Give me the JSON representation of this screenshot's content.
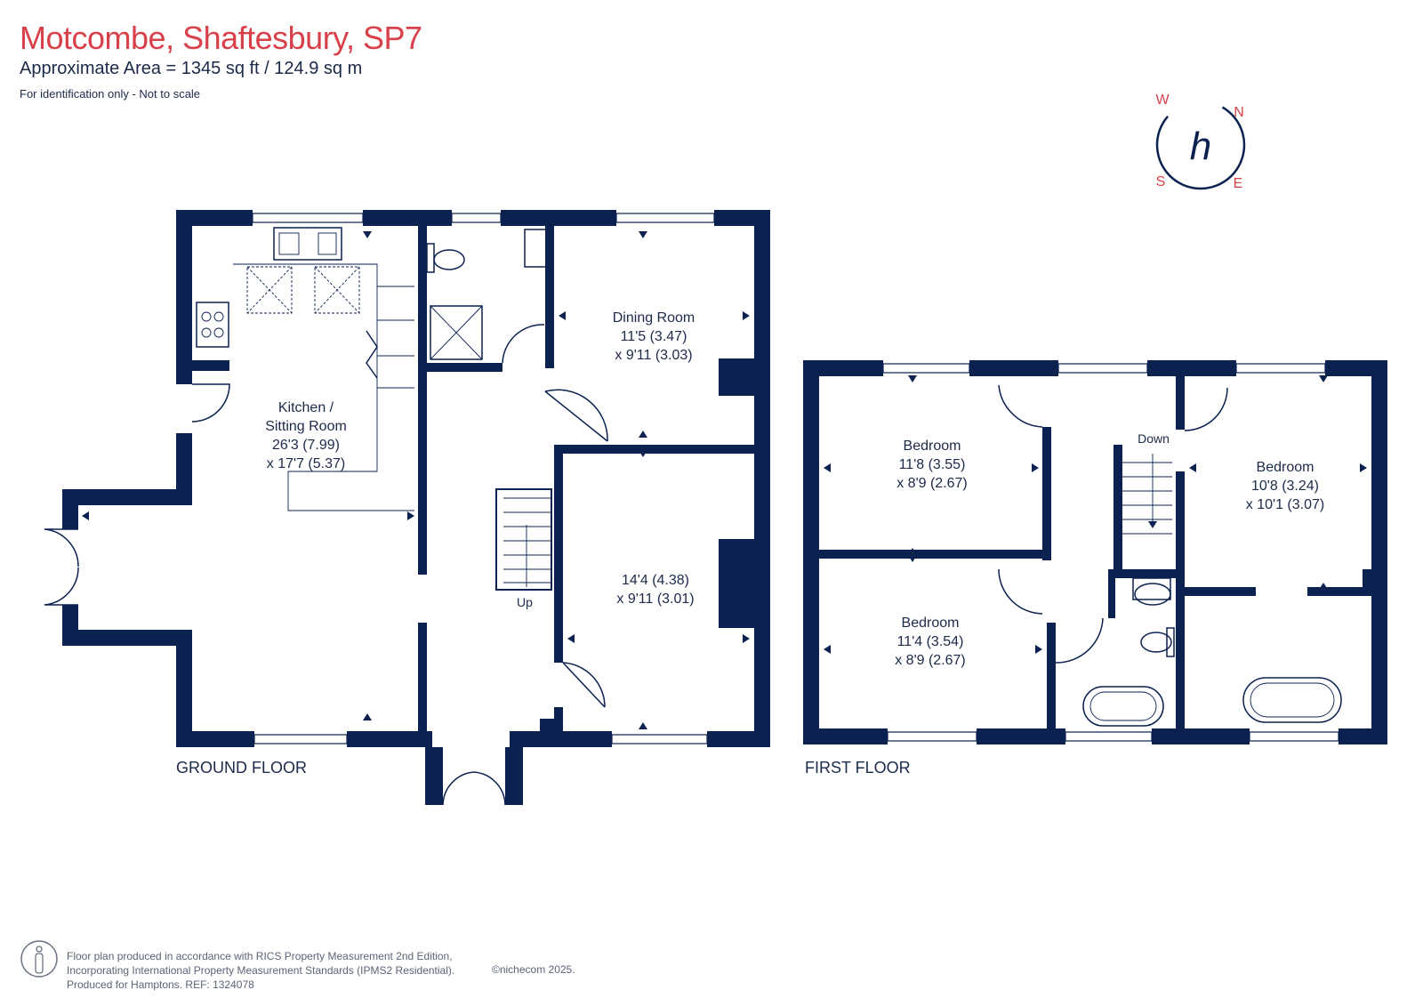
{
  "header": {
    "title": "Motcombe, Shaftesbury, SP7",
    "area": "Approximate Area = 1345 sq ft / 124.9 sq m",
    "note": "For identification only - Not to scale"
  },
  "compass": {
    "n": "N",
    "e": "E",
    "s": "S",
    "w": "W",
    "logo_letter": "h"
  },
  "ground_floor": {
    "label": "GROUND FLOOR",
    "kitchen": {
      "name1": "Kitchen /",
      "name2": "Sitting Room",
      "dim1": "26'3 (7.99)",
      "dim2": "x 17'7 (5.37)"
    },
    "dining": {
      "name": "Dining Room",
      "dim1": "11'5 (3.47)",
      "dim2": "x 9'11 (3.03)"
    },
    "front_room": {
      "dim1": "14'4 (4.38)",
      "dim2": "x 9'11 (3.01)"
    },
    "stairs": "Up"
  },
  "first_floor": {
    "label": "FIRST FLOOR",
    "bed1": {
      "name": "Bedroom",
      "dim1": "11'8 (3.55)",
      "dim2": "x 8'9 (2.67)"
    },
    "bed2": {
      "name": "Bedroom",
      "dim1": "11'4 (3.54)",
      "dim2": "x 8'9 (2.67)"
    },
    "bed3": {
      "name": "Bedroom",
      "dim1": "10'8 (3.24)",
      "dim2": "x 10'1 (3.07)"
    },
    "stairs": "Down"
  },
  "footer": {
    "line1": "Floor plan produced in accordance with RICS Property Measurement 2nd Edition,",
    "line2": "Incorporating International Property Measurement Standards (IPMS2 Residential).",
    "line3": "Produced for Hamptons.  REF: 1324078",
    "copyright": "©nichecom 2025."
  },
  "colors": {
    "wall": "#0b2150",
    "accent": "#d8414a",
    "text": "#1c2a4a"
  }
}
